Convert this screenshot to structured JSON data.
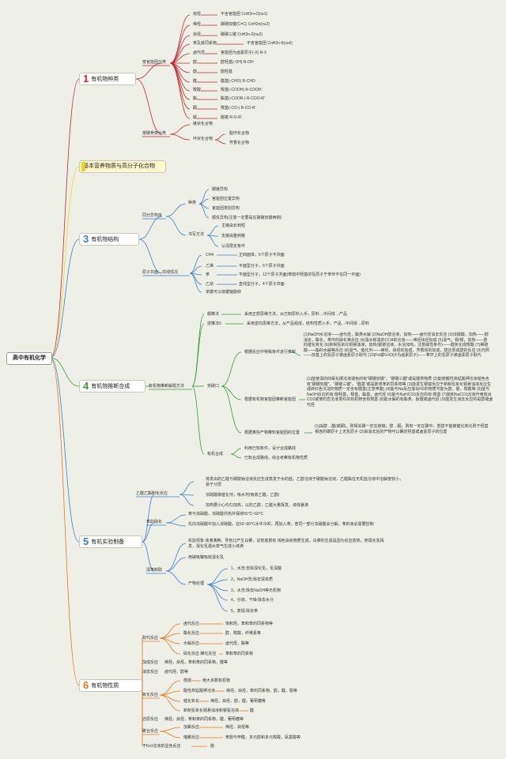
{
  "root": "高中有机化学",
  "b1": {
    "num": "1",
    "label": "有机物种类",
    "num_color": "#d9262c",
    "g1": "按官能团分类",
    "items": [
      [
        "烷烃",
        "不含官能团 CnH2n+2(n≥1)"
      ],
      [
        "烯烃",
        "碳碳双键(C=C) CnH2n(n≥2)"
      ],
      [
        "炔烃",
        "碳碳三键 CnH2n-2(n≥2)"
      ],
      [
        "苯及其同系物",
        "不含官能团 CnH2n-6(n≥6)"
      ],
      [
        "卤代烃",
        "官能团为卤素原子(-X) R-X"
      ],
      [
        "醇",
        "醇羟基(-OH) R-OH"
      ],
      [
        "酚",
        "酚羟基"
      ],
      [
        "醛",
        "醛基(-CHO) R-CHO"
      ],
      [
        "羧酸",
        "羧基(-COOH) R-COOH"
      ],
      [
        "酯",
        "酯基(-COOR-) R-COO-R'"
      ],
      [
        "酮",
        "羰基(-CO-) R-CO-R'"
      ],
      [
        "醚",
        "醚键 R-O-R'"
      ]
    ],
    "g2": "按碳骨架分类",
    "g2a": "链状化合物",
    "g2b": "环状化合物",
    "g2b1": "脂环化合物",
    "g2b2": "芳香化合物"
  },
  "b2": {
    "label": "基本营养物质与高分子化合物"
  },
  "b3": {
    "num": "3",
    "label": "有机物结构",
    "num_color": "#3a7fc8",
    "g1": "同分异构体",
    "g1a": "种类",
    "kinds": [
      "碳链异构",
      "官能团位置异构",
      "官能团类别异构",
      "顺反异构(注意一定要是在碳碳双键两侧)"
    ],
    "g1b": "书写方法",
    "methods": [
      "主链由长到短",
      "支链由整到散",
      "认清限定条件"
    ],
    "g2": "原子共面、共线情况",
    "shapes": [
      [
        "CH4",
        "正四面体，5个原子不共面"
      ],
      [
        "乙烯",
        "平面型分子，6个原子共面"
      ],
      [
        "苯",
        "平面型分子，12个原子共面(苯酚中羟基的氢原子于苯环不在同一平面)"
      ],
      [
        "乙炔",
        "直线型分子，4个原子共面"
      ]
    ],
    "single": "单键可以绕键轴旋转"
  },
  "b4": {
    "num": "4",
    "label": "有机物推断合成",
    "num_color": "#3a9b3a",
    "g1": "有机物推断解题方法",
    "m1": "顺推法",
    "m1t": "采用正想思维方法，从已知原料入手，原料→中间体→产品",
    "m2": "逆推法0",
    "m2t": "采用逆向思维方法，从产品组成，结构性质入手，产品→中间体→原料",
    "m3": "突破口",
    "r1": "根据反应中特殊条件进行推断",
    "r1t": "(1)NaOH水溶液——卤代烃，酯类水解 (2)NaOH醇溶液，加热——卤代烃消去反应 (3)浓硫酸，加热——醇消去，酯化，苯环的硝化等反应 (4)溴水和溴的CCl4的溶液——烯烃炔烃加成 (5)溴气，铜/银，加热——醇的催化氧化 (6)新制氢氧化铜悬浊液，加热(银镜溶液，水浴加热，注意碱性条件)——醛氧化成羧酸 (7)稀硫酸——酯的水解等反应 (8)溴气，催化剂——烯烃，炔烃的加成，芳香烃的加成，醇还原成醇的反应 (9)光照——烷基上的氢原子被卤素原子取代 (10)Fe或FeX3(X为卤素原子)——苯环上的氢原子被卤素原子取代",
    "r2": "根据有机物官能团推断官能团",
    "r2t": "(1)能使溴的四氯化碳溶液褪色的有\"碳碳双键\"，\"碳碳三键\"或是醛类物质 (2)能使酸性高锰酸钾溶液褪色含有\"碳碳双键\"，\"碳碳三键\"，\"醛基\"或是酚类苯的同系物等 (3)能发生银镜反应于新制氢氧化铜悬浊液反应生成砖红色沉淀的物质一定含有醛基(注意甲酸) (4)能与Na反应放出H2的物质可能为醇，酚，羧酸等 (5)能与NaOH反应的有:酚羟基，羧基，酯基，卤代烃 (6)能与NaHCO3反应的有:羧基 (7)能和NaCO3溶液作用放出CO2或使石蕊溶液变红的有机物含有羧基 (8)能水解的有酯类，肽键或卤代烃 (9)能发生消去反应的是醇或卤代烃",
    "r3": "根据某些产物推知官能团的位置",
    "r3t": "(1)由醇→醛(或酮)，则相关碳一定在链端；醇→酮，则有一定在碳中；若醇不能被催化氧化则于羟基相连的碳原子上无氢原子 (2)由消去后的产物可以确定羟基或卤素原子的位置",
    "m4": "有机合成",
    "m4a": "利用已知条件，设计合成路线",
    "m4b": "已知合成路线，综合考察有机物性质"
  },
  "b5": {
    "num": "5",
    "label": "有机实验制备",
    "num_color": "#3a7fc8",
    "g1": "乙醛乙酯制化反应",
    "g1a": "将发出的乙醛与碳酸钠溶液反应生成蒸发于水的盐，乙醇溶液于碳酸钠溶液，乙醛酯在无机盐溶液中溶解度较小，易于分层",
    "g1b": "浓硫酸做催化剂，吸水剂(吸收乙醛，乙醇)",
    "g1c": "加热要小心均匀加热，以防乙醇，乙醛大量挥发，液体暴沸",
    "g2": "苯的硝化",
    "g2a": "苯与浓硝酸，浓硫酸共热并保持55°C~60°C",
    "g2b": "先向浓硝酸中加入浓硫酸，在50~60°C水中冷却，再加入苯，若同一部分浓硝酸会分解，苯的液必需要控制",
    "g3": "溴苯制取",
    "g3a": "实验现象:液滴沸腾，导管口产生白雾，试管底部有 褐色油状物质生成，白雾的生成是因为反应放热，使溴化氢挥发，溴化氢遇水蒸气生成小液滴",
    "g3b": "用碱吸罐吸收溴化氢",
    "g3c": "产物处理",
    "steps": [
      "1，水洗:去除溴化氢，氢溴酸",
      "2，NaOH洗:除去溴单质",
      "3，水洗:除去NaOH等无机物",
      "4，分液，干燥:除去水分",
      "5，蒸馏:除去苯"
    ]
  },
  "b6": {
    "num": "6",
    "label": "有机物性质",
    "num_color": "#e8751a",
    "g1": "取代反应",
    "g1items": [
      [
        "卤代反应",
        "饱和烃，苯和苯的同系物等"
      ],
      [
        "酯化反应",
        "醇，羧酸，纤维素等"
      ],
      [
        "水解反应",
        "卤代烃，酯等"
      ],
      [
        "硝化反应 磺化反应",
        "苯和苯的同系物"
      ]
    ],
    "g2": "加成反应",
    "g2t": "烯烃，炔烃，苯和苯的同系物，醛等",
    "g3": "消去反应",
    "g3t": "卤代烃，醇等",
    "g4": "氧化反应",
    "g4items": [
      [
        "燃烧",
        "绝大多数有机物"
      ],
      [
        "酸性高锰酸钾溶液",
        "烯烃，炔烃，苯的同系物，醇，醛，酚等"
      ],
      [
        "催化氧化",
        "烯烃，炔烃，醇，醛，葡萄糖等"
      ],
      [
        "新制氢氧化铜悬浊液和银氨溶液",
        "醛"
      ]
    ],
    "g5": "还原反应",
    "g5t": "烯烃，炔烃，苯和苯的同系物，醛，葡萄糖等",
    "g6": "聚合反应",
    "g6items": [
      [
        "加聚反应",
        "烯烃，炔烃等"
      ],
      [
        "缩聚反应",
        "苯酚与甲醛，多元醇和多元羧酸，氨基酸等"
      ]
    ],
    "g7": "于Fe3溶液的显色反应",
    "g7t": "酚"
  },
  "colors": {
    "red": "#c0282d",
    "blue": "#3a7fc8",
    "green": "#3a9b3a",
    "orange": "#e8751a",
    "yellow": "#f0d020"
  }
}
